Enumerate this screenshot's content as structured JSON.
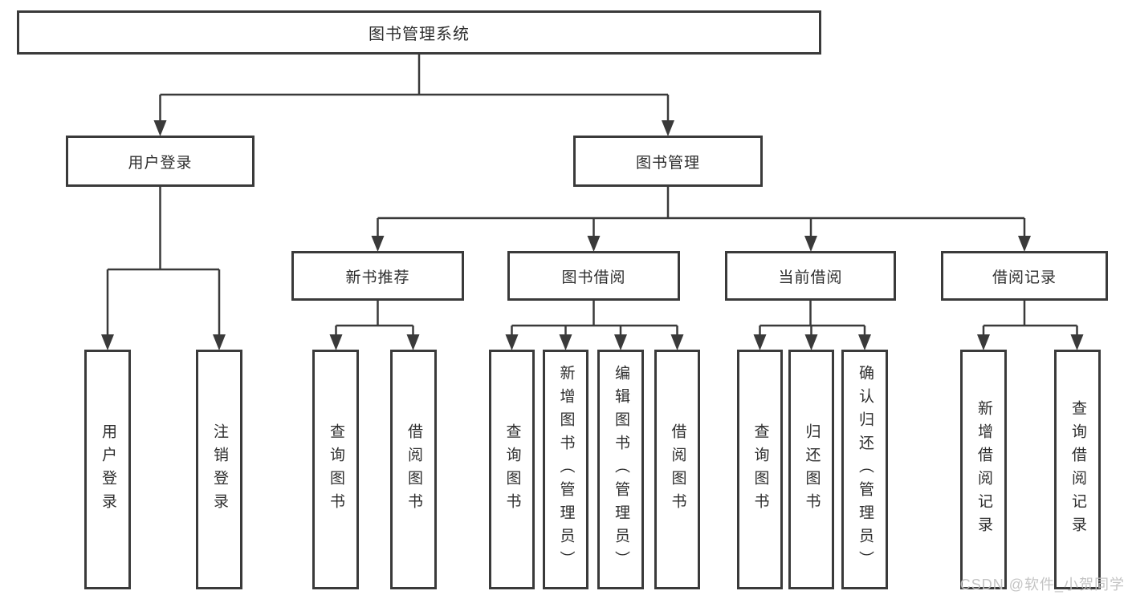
{
  "tree": {
    "root": {
      "label": "图书管理系统"
    },
    "branches": [
      {
        "label": "用户登录",
        "children": [
          {
            "label": "用户登录"
          },
          {
            "label": "注销登录"
          }
        ]
      },
      {
        "label": "图书管理",
        "children": [
          {
            "label": "新书推荐",
            "children": [
              {
                "label": "查询图书"
              },
              {
                "label": "借阅图书"
              }
            ]
          },
          {
            "label": "图书借阅",
            "children": [
              {
                "label": "查询图书"
              },
              {
                "label": "新增图书（管理员）"
              },
              {
                "label": "编辑图书（管理员）"
              },
              {
                "label": "借阅图书"
              }
            ]
          },
          {
            "label": "当前借阅",
            "children": [
              {
                "label": "查询图书"
              },
              {
                "label": "归还图书"
              },
              {
                "label": "确认归还（管理员）"
              }
            ]
          },
          {
            "label": "借阅记录",
            "children": [
              {
                "label": "新增借阅记录"
              },
              {
                "label": "查询借阅记录"
              }
            ]
          }
        ]
      }
    ]
  },
  "colors": {
    "line": "#3a3a3a",
    "text": "#2e2e2e",
    "watermark": "#c1c1c1"
  },
  "watermark": "CSDN @软件_小贺同学"
}
